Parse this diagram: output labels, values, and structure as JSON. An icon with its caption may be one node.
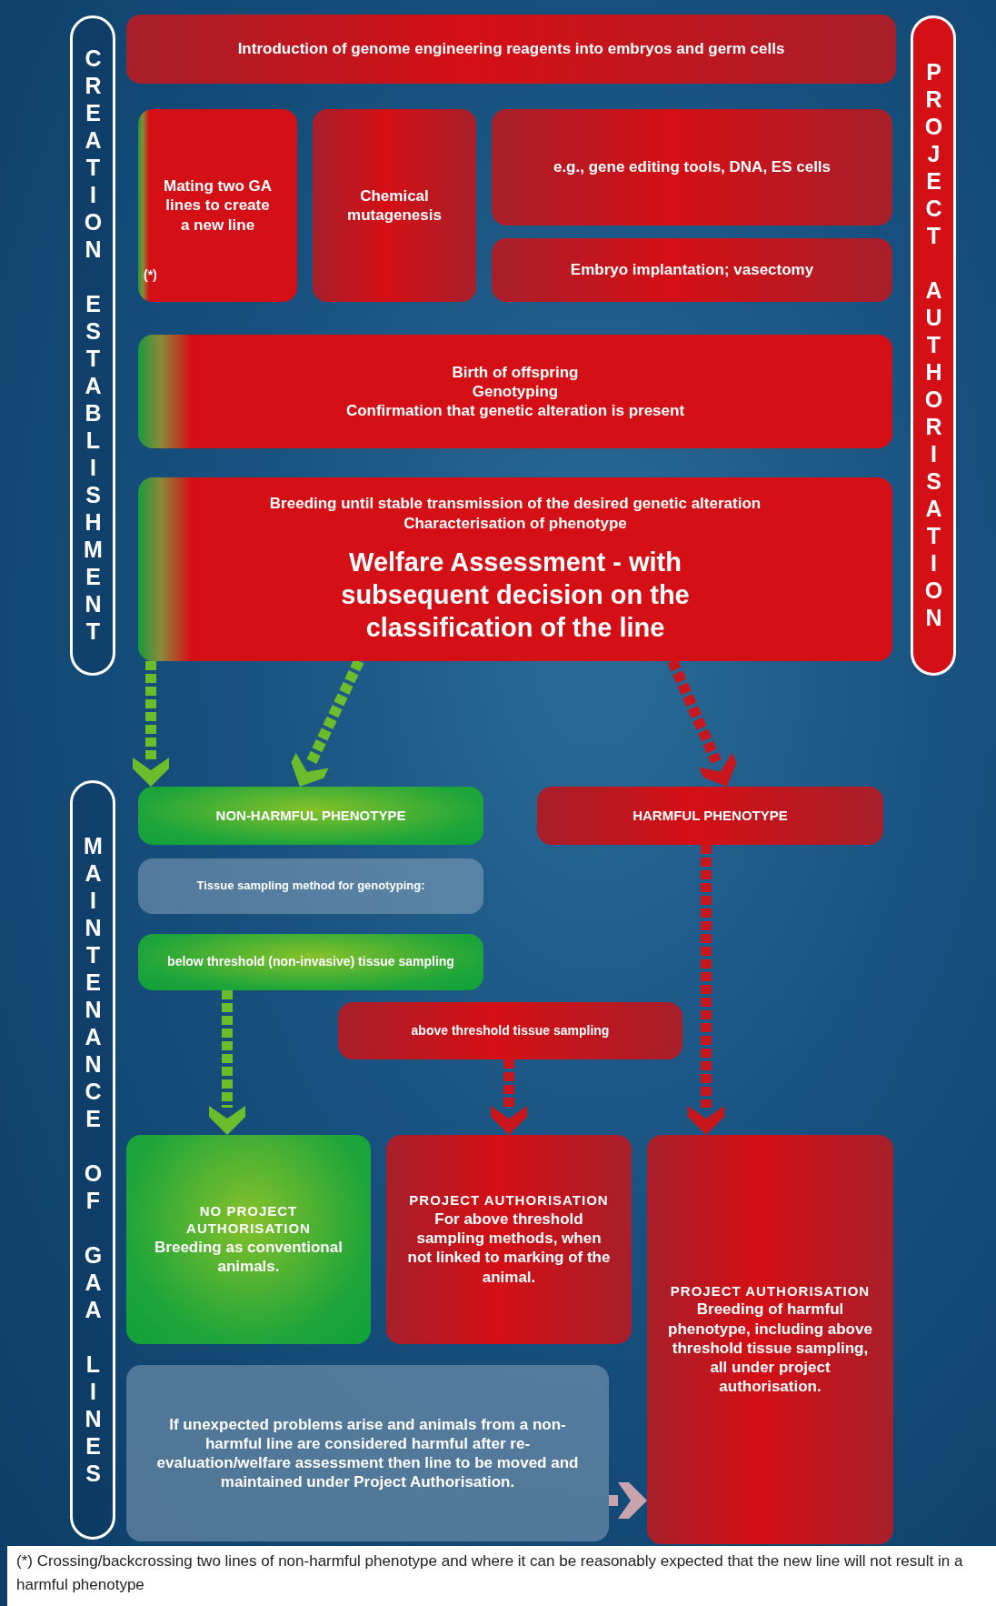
{
  "diagram": {
    "caption": "(*) Crossing/backcrossing two lines of non-harmful phenotype and where it can be reasonably expected that the new line will not result in a harmful phenotype",
    "nodes": [
      {
        "text": [
          "CREATION ESTABLISHMENT"
        ]
      },
      {
        "text": [
          "PROJECT AUTHORISATION"
        ]
      },
      {
        "text": [
          "Introduction of genome engineering reagents into embryos and germ cells"
        ]
      },
      {
        "text": [
          "Mating two GA lines to create a new line",
          "(*)"
        ]
      },
      {
        "text": [
          "Chemical mutagenesis"
        ]
      },
      {
        "text": [
          "e.g., gene editing tools, DNA, ES cells"
        ]
      },
      {
        "text": [
          "Embryo implantation; vasectomy"
        ]
      },
      {
        "text": [
          "Birth of offspring",
          "Genotyping",
          "Confirmation that genetic alteration is present"
        ]
      },
      {
        "text": [
          "Breeding until stable transmission of the desired genetic alteration",
          "Characterisation of phenotype",
          "Welfare Assessment - with subsequent decision on the classification of the line"
        ]
      },
      {
        "text": [
          "MAINTENANCE OF GAA LINES"
        ]
      },
      {
        "text": [
          "NON-HARMFUL PHENOTYPE"
        ]
      },
      {
        "text": [
          "HARMFUL PHENOTYPE"
        ]
      },
      {
        "text": [
          "Tissue sampling method for genotyping:"
        ]
      },
      {
        "text": [
          "below threshold (non-invasive) tissue sampling"
        ]
      },
      {
        "text": [
          "above threshold tissue sampling"
        ]
      },
      {
        "text": [
          "NO PROJECT AUTHORISATION",
          "Breeding as conventional animals."
        ]
      },
      {
        "text": [
          "PROJECT AUTHORISATION",
          "For above threshold sampling methods, when not linked to marking of the animal."
        ]
      },
      {
        "text": [
          "PROJECT AUTHORISATION",
          "Breeding of harmful phenotype, including above threshold tissue sampling, all under project authorisation."
        ]
      },
      {
        "text": [
          "If unexpected problems arise and animals from a non-harmful line are considered harmful after re-evaluation/welfare assessment then line to be moved and maintained under Project Authorisation."
        ]
      }
    ],
    "edges": [
      {
        "from": 8,
        "to": 10,
        "arrow": "to",
        "style": "dashed",
        "color": "#6cbd2c"
      },
      {
        "from": 8,
        "to": 10,
        "arrow": "to",
        "style": "dashed",
        "color": "#6cbd2c"
      },
      {
        "from": 8,
        "to": 11,
        "arrow": "to",
        "style": "dashed",
        "color": "#c8161d"
      },
      {
        "from": 11,
        "to": 17,
        "arrow": "to",
        "style": "dashed",
        "color": "#c8161d"
      },
      {
        "from": 13,
        "to": 15,
        "arrow": "to",
        "style": "dashed",
        "color": "#6cbd2c"
      },
      {
        "from": 14,
        "to": 16,
        "arrow": "to",
        "style": "dashed",
        "color": "#c8161d"
      },
      {
        "from": 18,
        "to": 17,
        "arrow": "to",
        "style": "dashed",
        "color": "#c9a3ad"
      }
    ]
  }
}
